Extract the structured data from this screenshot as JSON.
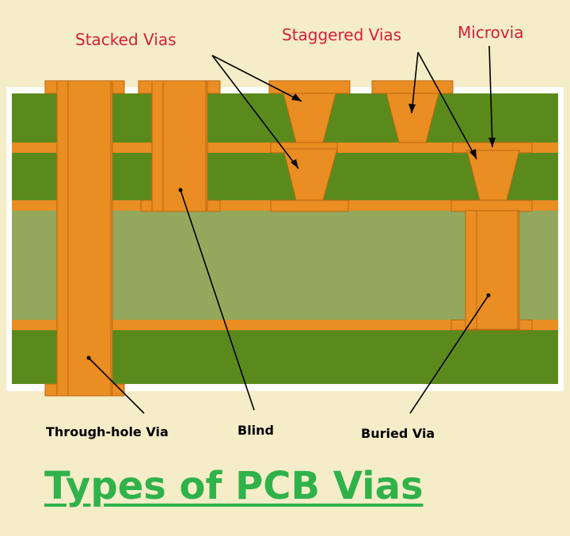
{
  "labels": {
    "stacked_vias": "Stacked Vias",
    "staggered_vias": "Staggered Vias",
    "microvia": "Microvia",
    "through_hole_via": "Through-hole Via",
    "blind": "Blind",
    "buried_via": "Buried Via"
  },
  "title": "Types of PCB Vias",
  "colors": {
    "background": "#f5ecc8",
    "dark_green": "#5a8a1c",
    "light_green": "#93a85c",
    "copper": "#ea8d22",
    "copper_edge": "#b9680f",
    "label_red": "#d4203a",
    "title_green": "#2fb24a"
  }
}
